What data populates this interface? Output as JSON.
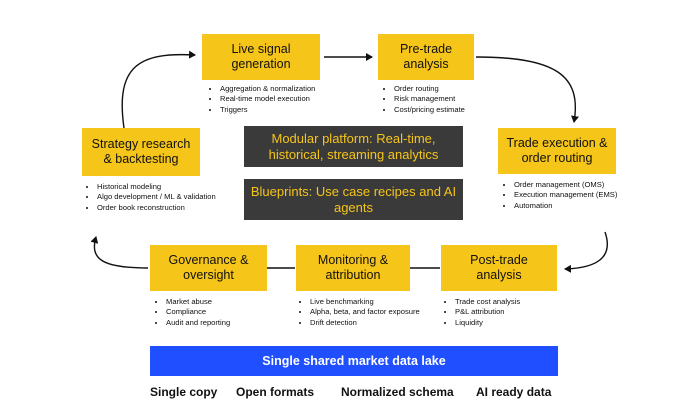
{
  "stages": {
    "live_signal": {
      "title": "Live signal generation",
      "bullets": [
        "Aggregation & normalization",
        "Real-time model execution",
        "Triggers"
      ]
    },
    "pre_trade": {
      "title": "Pre-trade analysis",
      "bullets": [
        "Order routing",
        "Risk management",
        "Cost/pricing estimate"
      ]
    },
    "trade_execution": {
      "title": "Trade execution & order routing",
      "bullets": [
        "Order management (OMS)",
        "Execution management (EMS)",
        "Automation"
      ]
    },
    "post_trade": {
      "title": "Post-trade analysis",
      "bullets": [
        "Trade cost analysis",
        "P&L attribution",
        "Liquidity"
      ]
    },
    "monitoring": {
      "title": "Monitoring & attribution",
      "bullets": [
        "Live benchmarking",
        "Alpha, beta, and factor exposure",
        "Drift detection"
      ]
    },
    "governance": {
      "title": "Governance & oversight",
      "bullets": [
        "Market abuse",
        "Compliance",
        "Audit and reporting"
      ]
    },
    "strategy": {
      "title": "Strategy research & backtesting",
      "bullets": [
        "Historical modeling",
        "Algo development / ML & validation",
        "Order book reconstruction"
      ]
    }
  },
  "center": {
    "platform": "Modular platform: Real-time, historical, streaming analytics",
    "blueprints": "Blueprints: Use case recipes and AI agents"
  },
  "data_lake": {
    "title": "Single shared market data lake",
    "features": [
      "Single copy",
      "Open formats",
      "Normalized schema",
      "AI ready data"
    ]
  },
  "colors": {
    "stage_fill": "#f6c519",
    "center_fill": "#3a3a3a",
    "center_text": "#f6c519",
    "lake_fill": "#1f4fff",
    "lake_text": "#ffffff",
    "connector": "#111111"
  }
}
